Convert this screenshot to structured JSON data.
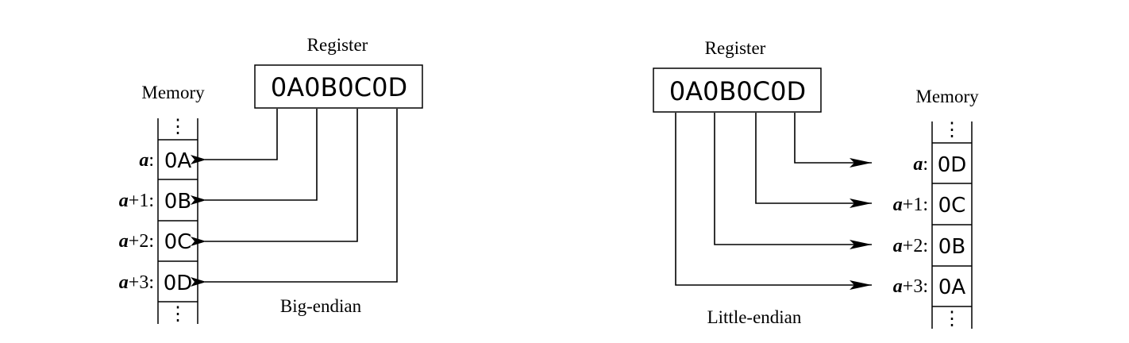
{
  "register_label": "Register",
  "memory_label": "Memory",
  "register_value": "0A0B0C0D",
  "ellipsis": "⋮",
  "big_endian": {
    "caption": "Big-endian",
    "rows": [
      {
        "var": "a",
        "suffix": ":",
        "value": "0A"
      },
      {
        "var": "a",
        "suffix": "+1:",
        "value": "0B"
      },
      {
        "var": "a",
        "suffix": "+2:",
        "value": "0C"
      },
      {
        "var": "a",
        "suffix": "+3:",
        "value": "0D"
      }
    ]
  },
  "little_endian": {
    "caption": "Little-endian",
    "rows": [
      {
        "var": "a",
        "suffix": ":",
        "value": "0D"
      },
      {
        "var": "a",
        "suffix": "+1:",
        "value": "0C"
      },
      {
        "var": "a",
        "suffix": "+2:",
        "value": "0B"
      },
      {
        "var": "a",
        "suffix": "+3:",
        "value": "0A"
      }
    ]
  }
}
